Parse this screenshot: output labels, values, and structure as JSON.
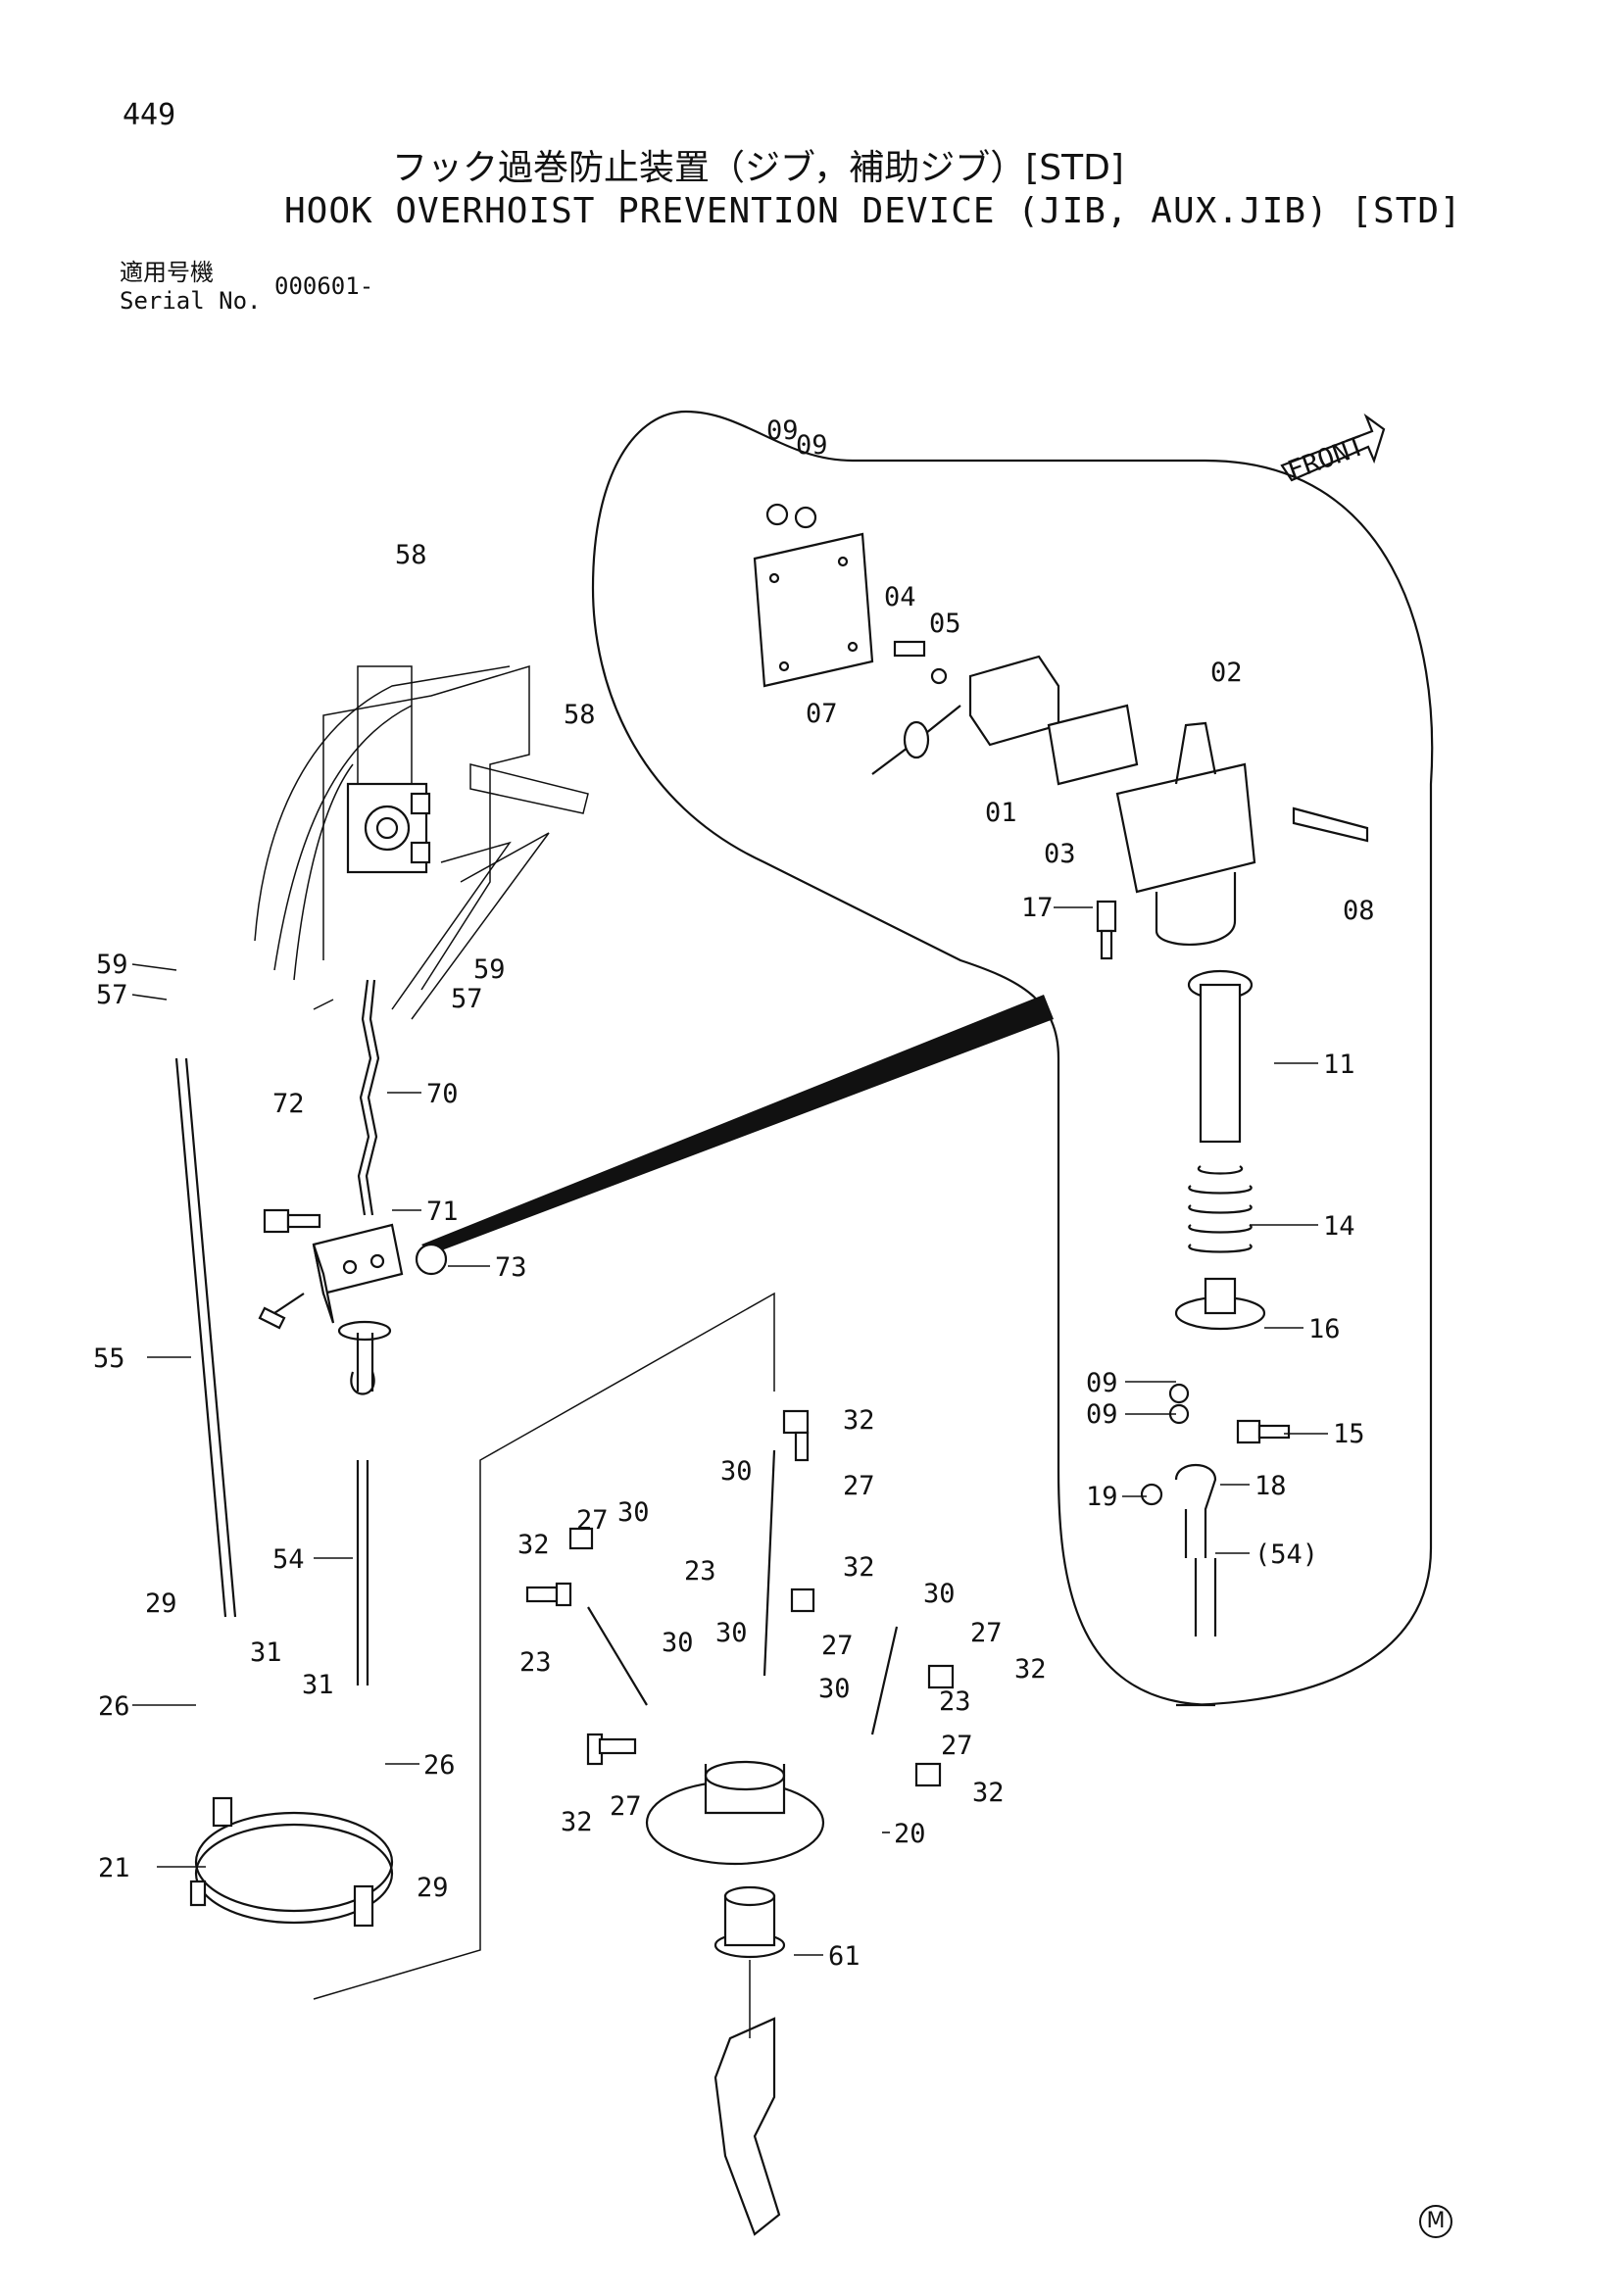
{
  "header": {
    "page_number": "449",
    "title_jp": "フック過巻防止装置（ジブ，補助ジブ）[STD]",
    "title_en": "HOOK OVERHOIST PREVENTION DEVICE (JIB, AUX.JIB) [STD]",
    "serial_label_jp": "適用号機",
    "serial_label_en": "Serial No.",
    "serial_value": "000601-"
  },
  "front_label": "FRONT",
  "corner_mark": "M",
  "callouts": [
    {
      "id": "c-09a",
      "text": "09"
    },
    {
      "id": "c-09b",
      "text": "09"
    },
    {
      "id": "c-04",
      "text": "04"
    },
    {
      "id": "c-05",
      "text": "05"
    },
    {
      "id": "c-07",
      "text": "07"
    },
    {
      "id": "c-02",
      "text": "02"
    },
    {
      "id": "c-01",
      "text": "01"
    },
    {
      "id": "c-03",
      "text": "03"
    },
    {
      "id": "c-08",
      "text": "08"
    },
    {
      "id": "c-17",
      "text": "17"
    },
    {
      "id": "c-11",
      "text": "11"
    },
    {
      "id": "c-14",
      "text": "14"
    },
    {
      "id": "c-16",
      "text": "16"
    },
    {
      "id": "c-09c",
      "text": "09"
    },
    {
      "id": "c-09d",
      "text": "09"
    },
    {
      "id": "c-15",
      "text": "15"
    },
    {
      "id": "c-18",
      "text": "18"
    },
    {
      "id": "c-19",
      "text": "19"
    },
    {
      "id": "c-54b",
      "text": "(54)"
    },
    {
      "id": "c-58a",
      "text": "58"
    },
    {
      "id": "c-58b",
      "text": "58"
    },
    {
      "id": "c-59a",
      "text": "59"
    },
    {
      "id": "c-57a",
      "text": "57"
    },
    {
      "id": "c-59b",
      "text": "59"
    },
    {
      "id": "c-57b",
      "text": "57"
    },
    {
      "id": "c-70",
      "text": "70"
    },
    {
      "id": "c-72",
      "text": "72"
    },
    {
      "id": "c-71",
      "text": "71"
    },
    {
      "id": "c-73",
      "text": "73"
    },
    {
      "id": "c-55",
      "text": "55"
    },
    {
      "id": "c-54",
      "text": "54"
    },
    {
      "id": "c-29a",
      "text": "29"
    },
    {
      "id": "c-26a",
      "text": "26"
    },
    {
      "id": "c-31a",
      "text": "31"
    },
    {
      "id": "c-31b",
      "text": "31"
    },
    {
      "id": "c-26b",
      "text": "26"
    },
    {
      "id": "c-29b",
      "text": "29"
    },
    {
      "id": "c-21",
      "text": "21"
    },
    {
      "id": "c-32a",
      "text": "32"
    },
    {
      "id": "c-30a",
      "text": "30"
    },
    {
      "id": "c-27a",
      "text": "27"
    },
    {
      "id": "c-23a",
      "text": "23"
    },
    {
      "id": "c-32b",
      "text": "32"
    },
    {
      "id": "c-27b",
      "text": "27"
    },
    {
      "id": "c-30b",
      "text": "30"
    },
    {
      "id": "c-32c",
      "text": "32"
    },
    {
      "id": "c-23b",
      "text": "23"
    },
    {
      "id": "c-30c",
      "text": "30"
    },
    {
      "id": "c-30d",
      "text": "30"
    },
    {
      "id": "c-27c",
      "text": "27"
    },
    {
      "id": "c-30e",
      "text": "30"
    },
    {
      "id": "c-27d",
      "text": "27"
    },
    {
      "id": "c-32d",
      "text": "32"
    },
    {
      "id": "c-23c",
      "text": "23"
    },
    {
      "id": "c-30f",
      "text": "30"
    },
    {
      "id": "c-27e",
      "text": "27"
    },
    {
      "id": "c-32e",
      "text": "32"
    },
    {
      "id": "c-32f",
      "text": "32"
    },
    {
      "id": "c-27f",
      "text": "27"
    },
    {
      "id": "c-20",
      "text": "20"
    },
    {
      "id": "c-61",
      "text": "61"
    }
  ]
}
